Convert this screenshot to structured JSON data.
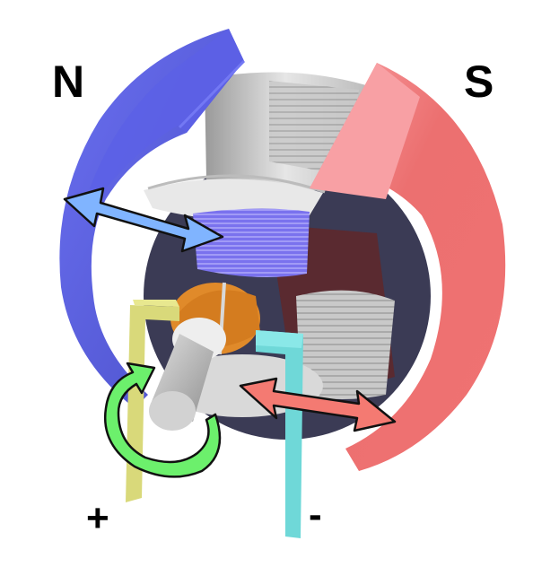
{
  "diagram": {
    "subject": "DC electric motor",
    "labels": {
      "north_pole": "N",
      "south_pole": "S",
      "positive_terminal": "+",
      "negative_terminal": "-"
    },
    "parts": [
      {
        "name": "north-magnet",
        "color": "#5a5fe0"
      },
      {
        "name": "south-magnet",
        "color": "#f07070"
      },
      {
        "name": "armature-core",
        "color": "#d8d8d8"
      },
      {
        "name": "armature-winding",
        "color": "#7b72f0"
      },
      {
        "name": "commutator",
        "color": "#e08a2a"
      },
      {
        "name": "shaft",
        "color": "#c8c8c8"
      },
      {
        "name": "positive-brush",
        "color": "#d9d97a"
      },
      {
        "name": "negative-brush",
        "color": "#6fd8d8"
      },
      {
        "name": "rotation-arrow",
        "color": "#6cf06c"
      },
      {
        "name": "north-field-arrow",
        "color": "#80b4ff"
      },
      {
        "name": "south-field-arrow",
        "color": "#f47a72"
      }
    ]
  }
}
